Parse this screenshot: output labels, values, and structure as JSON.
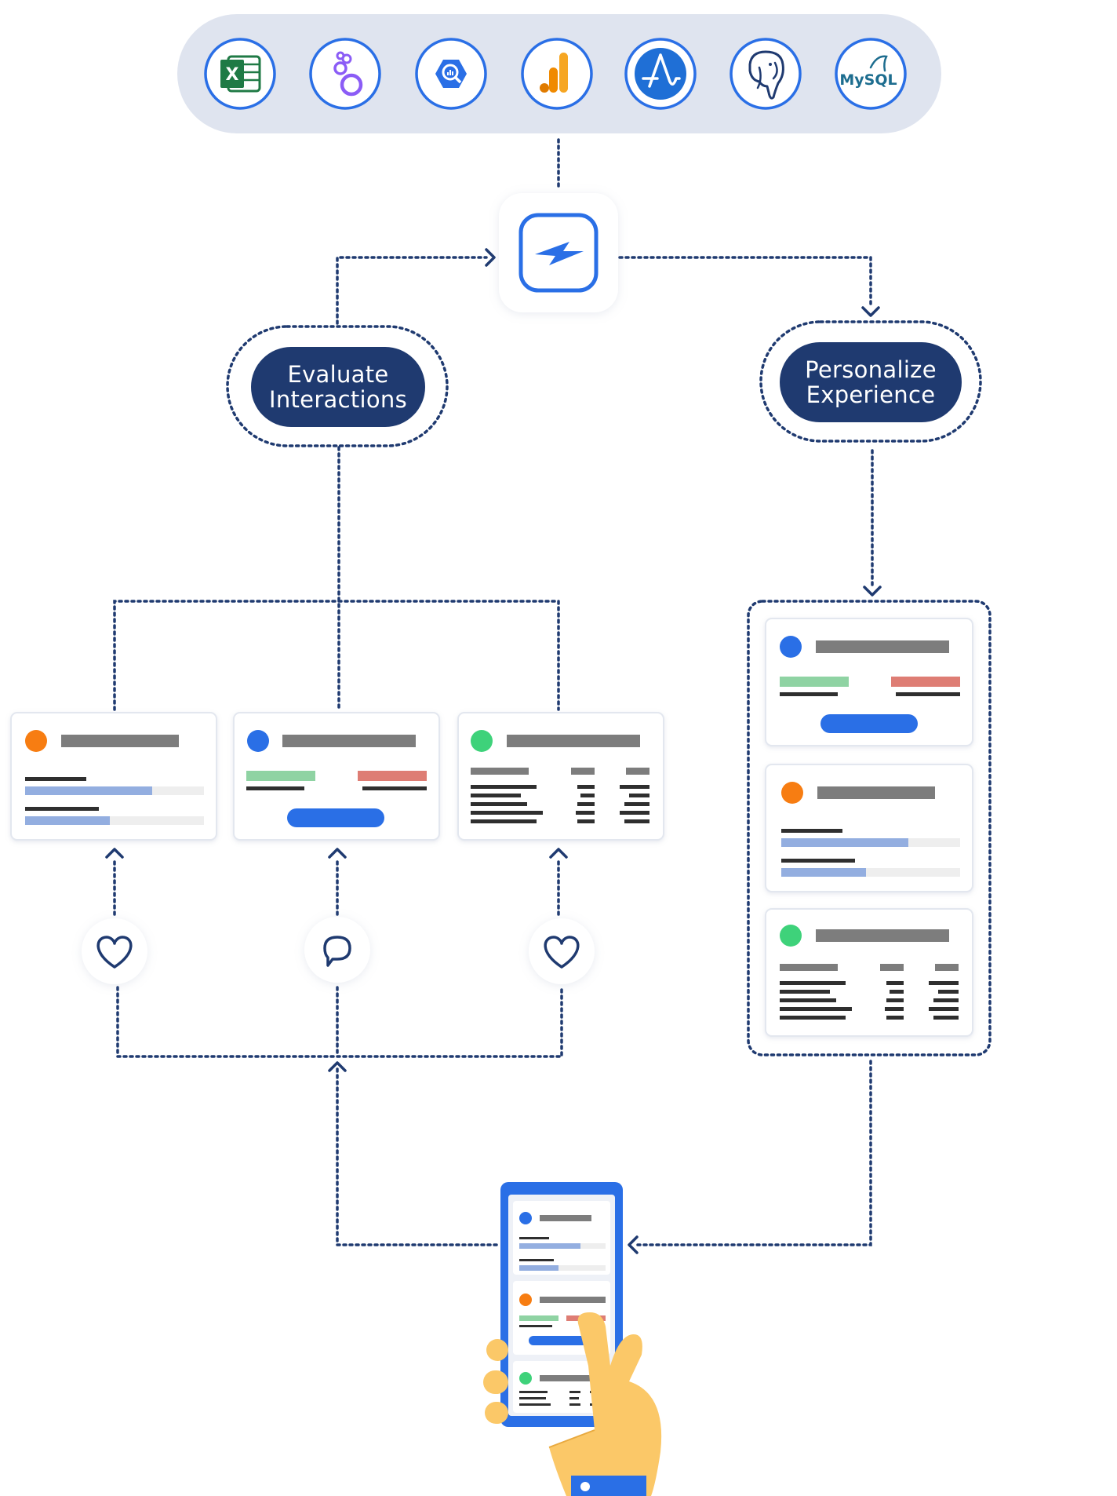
{
  "colors": {
    "navy": "#1f3a70",
    "blue": "#2a6fe6",
    "orange": "#f77d12",
    "green": "#3ed27a",
    "bar_gray": "#7d7d7d",
    "text_dark": "#2f2f2f",
    "light_blue_bar": "#93aee0",
    "track": "#eeeeee",
    "green_bar": "#8fd3a3",
    "red_bar": "#de7d74",
    "tray": "#dfe4ef",
    "hand": "#fbc868",
    "dotted": "#1f3a70"
  },
  "integrations": [
    {
      "name": "excel-icon",
      "letter": "X"
    },
    {
      "name": "looker-icon"
    },
    {
      "name": "bigquery-icon"
    },
    {
      "name": "google-analytics-icon"
    },
    {
      "name": "amplitude-icon"
    },
    {
      "name": "postgresql-icon"
    },
    {
      "name": "mysql-icon",
      "label": "MySQL"
    }
  ],
  "hub": {
    "icon": "lightning-bolt-icon"
  },
  "nodes": {
    "evaluate": {
      "line1": "Evaluate",
      "line2": "Interactions"
    },
    "personalize": {
      "line1": "Personalize",
      "line2": "Experience"
    }
  },
  "interaction_icons": [
    "heart-icon",
    "chat-bubble-icon",
    "heart-icon"
  ]
}
